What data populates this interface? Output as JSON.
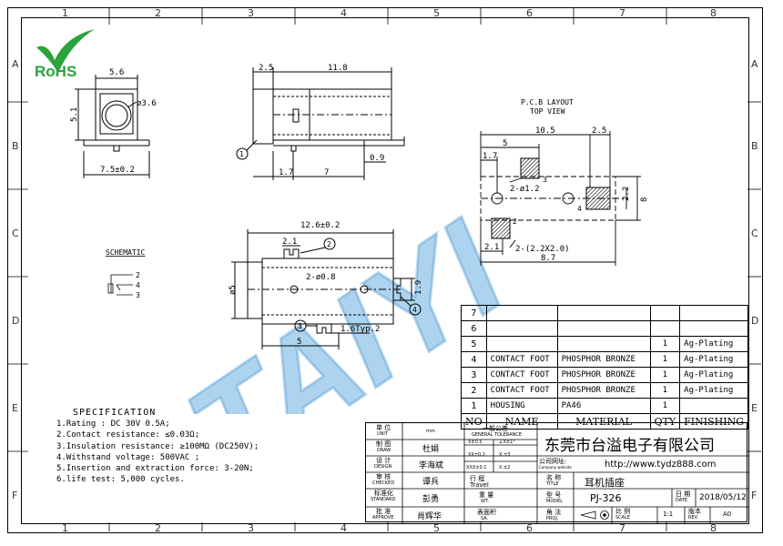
{
  "grid": {
    "columns": [
      "1",
      "2",
      "3",
      "4",
      "5",
      "6",
      "7",
      "8"
    ],
    "rows": [
      "A",
      "B",
      "C",
      "D",
      "E",
      "F"
    ]
  },
  "logo": {
    "text": "RoHS"
  },
  "watermark": {
    "text": "TAIYI"
  },
  "front_view": {
    "width": "5.6",
    "height": "5.1",
    "hole": "ø3.6",
    "foot": "7.5±0.2"
  },
  "side_view": {
    "d1": "2.5",
    "d2": "11.8",
    "d3": "1.7",
    "d4": "7",
    "d5": "0.9",
    "callout": "1"
  },
  "bottom_view": {
    "length": "12.6±0.2",
    "d_pin": "2.1",
    "hole": "2-ø0.8",
    "dia": "ø5",
    "d_side": "1.9",
    "d_bottom": "5",
    "typ": "1.6Typ.2",
    "c2": "2",
    "c3": "3",
    "c4": "4"
  },
  "pcb": {
    "title": "P.C.B LAYOUT",
    "subtitle": "TOP VIEW",
    "d105": "10.5",
    "d25": "2.5",
    "d5": "5",
    "d17": "1.7",
    "d12": "2-ø1.2",
    "d22": "2.2",
    "d8": "8",
    "d21": "2.1",
    "pad": "2-(2.2X2.0)",
    "d87": "8.7",
    "p2": "2",
    "p3": "3",
    "p4": "4"
  },
  "schematic": {
    "title": "SCHEMATIC",
    "p2": "2",
    "p4": "4",
    "p3": "3"
  },
  "spec": {
    "title": "SPECIFICATION",
    "lines": [
      "1.Rating : DC 30V 0.5A;",
      "2.Contact resistance: ≤0.03Ω;",
      "3.Insulation resistance: ≥100MΩ (DC250V);",
      "4.Withstand voltage: 500VAC ;",
      "5.Insertion and extraction force: 3-20N;",
      "6.life test: 5,000 cycles."
    ]
  },
  "bom": {
    "rows": [
      {
        "no": "7",
        "name": "",
        "material": "",
        "qty": "",
        "finish": ""
      },
      {
        "no": "6",
        "name": "",
        "material": "",
        "qty": "",
        "finish": ""
      },
      {
        "no": "5",
        "name": "",
        "material": "",
        "qty": "1",
        "finish": "Ag-Plating"
      },
      {
        "no": "4",
        "name": "CONTACT FOOT",
        "material": "PHOSPHOR BRONZE",
        "qty": "1",
        "finish": "Ag-Plating"
      },
      {
        "no": "3",
        "name": "CONTACT FOOT",
        "material": "PHOSPHOR BRONZE",
        "qty": "1",
        "finish": "Ag-Plating"
      },
      {
        "no": "2",
        "name": "CONTACT FOOT",
        "material": "PHOSPHOR BRONZE",
        "qty": "1",
        "finish": "Ag-Plating"
      },
      {
        "no": "1",
        "name": "HOUSING",
        "material": "PA46",
        "qty": "1",
        "finish": ""
      }
    ],
    "header": {
      "no": "NO",
      "name": "NAME",
      "material": "MATERIAL",
      "qty": "QTY",
      "finish": "FINISHING"
    }
  },
  "title_block": {
    "unit_cn": "单 位",
    "unit_en": "UNIT",
    "unit_val": "mm",
    "draw_cn": "制 图",
    "draw_en": "DRAW",
    "draw_val": "杜娟",
    "design_cn": "设 计",
    "design_en": "DESIGN",
    "design_val": "李海斌",
    "checked_cn": "审 核",
    "checked_en": "CHECKED",
    "checked_val": "谭兵",
    "standard_cn": "标准化",
    "standard_en": "STANDARD",
    "standard_val": "彭勇",
    "approve_cn": "批 准",
    "approve_en": "APPROVE",
    "approve_val": "肖辉华",
    "tol_cn": "一般公差",
    "tol_en": "GENERAL TOLERANCE",
    "tol_1a": "X±0.5",
    "tol_1b": "∠X±1°",
    "tol_2a": "XX±0.2",
    "tol_2b": "X.±3",
    "tol_3a": "XXX±0.1",
    "tol_3b": "X.±2",
    "travel_cn": "行 程",
    "travel_en": "Travel",
    "wt_cn": "重 量",
    "wt_en": "WT.",
    "sa_cn": "表面积",
    "sa_en": "SA.",
    "company": "东莞市台溢电子有限公司",
    "website_label": "公司网址:",
    "website_label_en": "Company website",
    "website": "http://www.tydz888.com",
    "title_cn": "名 称",
    "title_en": "TITLE",
    "title_val": "耳机插座",
    "model_cn": "型 号",
    "model_en": "MODEL",
    "model_val": "PJ-326",
    "date_cn": "日 期",
    "date_en": "DATE",
    "date_val": "2018/05/12",
    "proj_cn": "角 法",
    "proj_en": "PROJ.",
    "scale_cn": "比 例",
    "scale_en": "SCALE",
    "scale_val": "1:1",
    "rev_cn": "版本",
    "rev_en": "REV.",
    "rev_val": "A0"
  }
}
